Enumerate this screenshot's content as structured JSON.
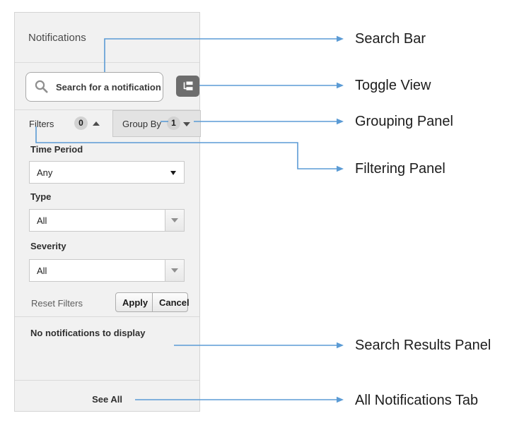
{
  "panel": {
    "title": "Notifications",
    "search": {
      "placeholder": "Search for a notification"
    },
    "tabs": {
      "filters": {
        "label": "Filters",
        "badge": "0"
      },
      "group_by": {
        "label": "Group By",
        "badge": "1"
      }
    },
    "filters_panel": {
      "fields": [
        {
          "label": "Time Period",
          "value": "Any"
        },
        {
          "label": "Type",
          "value": "All"
        },
        {
          "label": "Severity",
          "value": "All"
        }
      ],
      "reset_label": "Reset Filters",
      "apply_label": "Apply",
      "cancel_label": "Cancel"
    },
    "results": {
      "empty_message": "No notifications to display"
    },
    "footer": {
      "see_all_label": "See All"
    }
  },
  "annotations": {
    "labels": [
      {
        "text": "Search Bar"
      },
      {
        "text": "Toggle View"
      },
      {
        "text": "Grouping Panel"
      },
      {
        "text": "Filtering Panel"
      },
      {
        "text": "Search Results Panel"
      },
      {
        "text": "All Notifications Tab"
      }
    ]
  },
  "colors": {
    "annotation_line": "#5b9bd5",
    "panel_bg": "#f1f1f1",
    "group_by_tab_bg": "#e3e3e3",
    "toggle_button_bg": "#6d6d6d",
    "badge_bg": "#d2d2d2"
  }
}
